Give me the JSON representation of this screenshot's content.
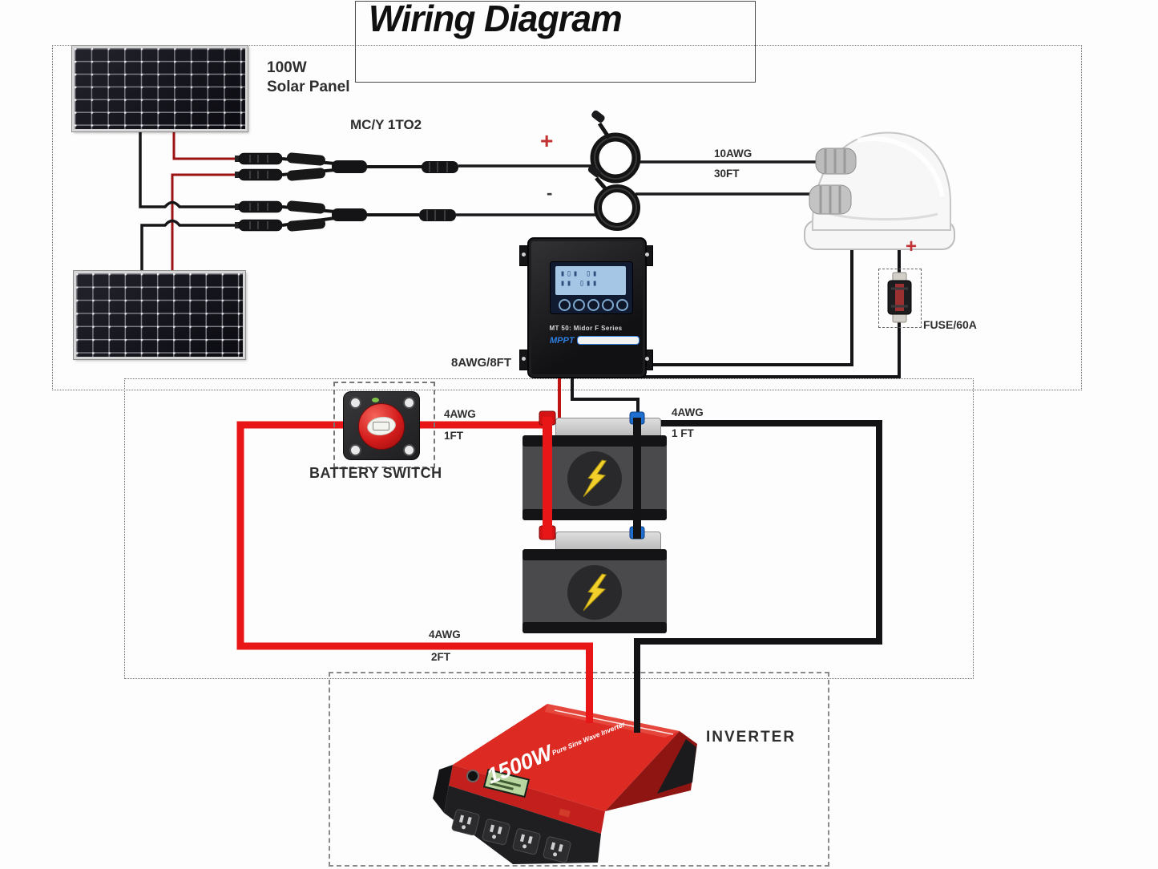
{
  "title": "Wiring Diagram",
  "solar": {
    "power": "100W",
    "name": "Solar Panel",
    "branch_connector": "MC/Y 1TO2",
    "pv_gauge": "10AWG",
    "pv_length": "30FT",
    "positive_sign": "+",
    "negative_sign": "-"
  },
  "fuse": {
    "label": "FUSE/60A",
    "positive_sign": "+"
  },
  "controller": {
    "series": "MT 50: Midor F Series",
    "brand": "MPPT",
    "battery_cable": "8AWG/8FT"
  },
  "battery": {
    "switch_label": "BATTERY SWITCH",
    "switch_gauge": "4AWG",
    "switch_length": "1FT",
    "neg_gauge": "4AWG",
    "neg_length": "1 FT",
    "inv_gauge": "4AWG",
    "inv_length": "2FT"
  },
  "inverter": {
    "label": "INVERTER",
    "power": "1500W",
    "tagline": "Pure Sine Wave Inverter"
  },
  "colors": {
    "wire_positive": "#e81616",
    "wire_negative": "#131315",
    "pv_red": "#9b1313",
    "accent_red": "#c23232",
    "inverter_red": "#dd2b24",
    "lcd_blue": "#a6c6e6"
  }
}
